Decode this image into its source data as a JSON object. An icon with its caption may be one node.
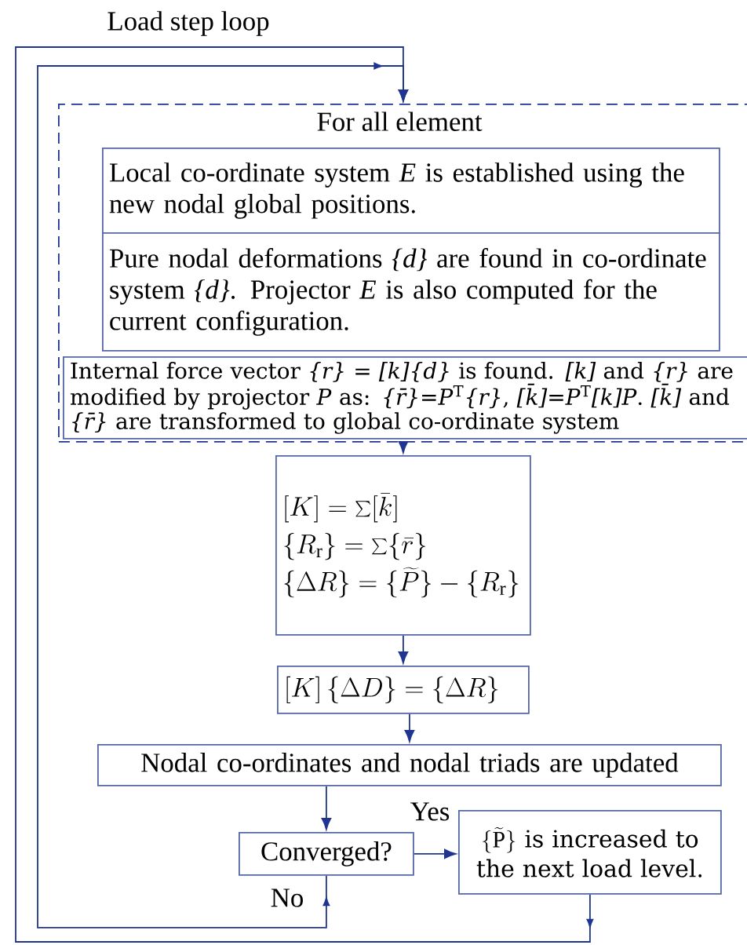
{
  "diagram": {
    "nodes": [
      {
        "text": [
          "For all element"
        ]
      },
      {
        "text": [
          "Local co-ordinate system *E* is established using the new nodal global positions."
        ],
        "in": 0
      },
      {
        "text": [
          "Pure nodal deformations *{d}* are found in co-ordinate system *{d}*. Projector *E* is also computed for the current configuration."
        ],
        "in": 0
      },
      {
        "text": [
          "Internal force vector *{r} = [k]{d}* is found. *[k]* and *{r}* are modified by projector *P* as: *{r̄}=P*$^{T}$*{r}*, *[k̄]=P*$^{T}$*[k]P*. *[k̄]* and *{r̄}* are transformed to global co-ordinate system"
        ],
        "in": 0
      },
      {
        "text": [
          "[K]=\\sum[\\bar{k}]",
          "\\{R_\\mathrm{r}\\} = \\sum\\{\\bar{r}\\}",
          "\\{\\Delta R\\} = \\{\\widetilde{P}\\} - \\{R_\\mathrm{r}\\}"
        ]
      },
      {
        "text": [
          "[K]\\,\\{\\Delta D\\} = \\{\\Delta R\\}"
        ]
      },
      {
        "text": [
          "Nodal co-ordinates and nodal triads are updated"
        ]
      },
      {
        "text": [
          "Converged?"
        ]
      },
      {
        "text": [
          "\\{\\widetilde{\\mathrm{P}}\\}",
          "is increased to the next load level."
        ]
      }
    ],
    "edges": [
      {
        "from": 0,
        "to": 4,
        "arrow": "to"
      },
      {
        "from": 4,
        "to": 5,
        "arrow": "to"
      },
      {
        "from": 5,
        "to": 6,
        "arrow": "to"
      },
      {
        "from": 6,
        "to": 7,
        "arrow": "to"
      },
      {
        "from": 7,
        "to": 8,
        "arrow": "to",
        "label": "Yes"
      },
      {
        "from": 7,
        "to": 0,
        "arrow": "to",
        "label": "No"
      },
      {
        "from": 8,
        "to": 0,
        "arrow": "to",
        "label": "Load step loop"
      }
    ]
  }
}
